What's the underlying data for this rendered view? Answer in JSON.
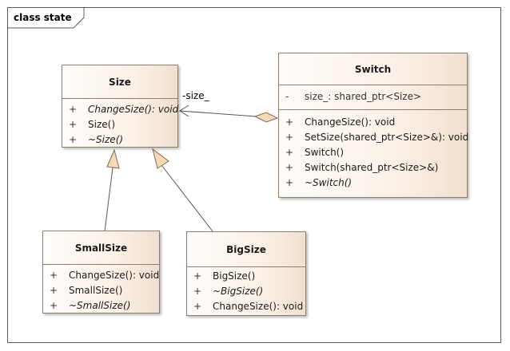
{
  "frame": {
    "label": "class state"
  },
  "classes": {
    "size": {
      "name": "Size",
      "operations": [
        {
          "vis": "+",
          "sig": "ChangeSize(): void",
          "italic": true
        },
        {
          "vis": "+",
          "sig": "Size()",
          "italic": false
        },
        {
          "vis": "+",
          "sig": "~Size()",
          "italic": true
        }
      ]
    },
    "switch": {
      "name": "Switch",
      "attributes": [
        {
          "vis": "-",
          "sig": "size_: shared_ptr<Size>"
        }
      ],
      "operations": [
        {
          "vis": "+",
          "sig": "ChangeSize(): void",
          "italic": false
        },
        {
          "vis": "+",
          "sig": "SetSize(shared_ptr<Size>&): void",
          "italic": false
        },
        {
          "vis": "+",
          "sig": "Switch()",
          "italic": false
        },
        {
          "vis": "+",
          "sig": "Switch(shared_ptr<Size>&)",
          "italic": false
        },
        {
          "vis": "+",
          "sig": "~Switch()",
          "italic": true
        }
      ]
    },
    "smallsize": {
      "name": "SmallSize",
      "operations": [
        {
          "vis": "+",
          "sig": "ChangeSize(): void",
          "italic": false
        },
        {
          "vis": "+",
          "sig": "SmallSize()",
          "italic": false
        },
        {
          "vis": "+",
          "sig": "~SmallSize()",
          "italic": true
        }
      ]
    },
    "bigsize": {
      "name": "BigSize",
      "operations": [
        {
          "vis": "+",
          "sig": "BigSize()",
          "italic": false
        },
        {
          "vis": "+",
          "sig": "~BigSize()",
          "italic": true
        },
        {
          "vis": "+",
          "sig": "ChangeSize(): void",
          "italic": false
        }
      ]
    }
  },
  "relations": {
    "aggregation_role": "-size_"
  },
  "colors": {
    "border": "#8c7f70",
    "edge": "#555555",
    "arrowhead_fill": "#f6d8b3"
  }
}
